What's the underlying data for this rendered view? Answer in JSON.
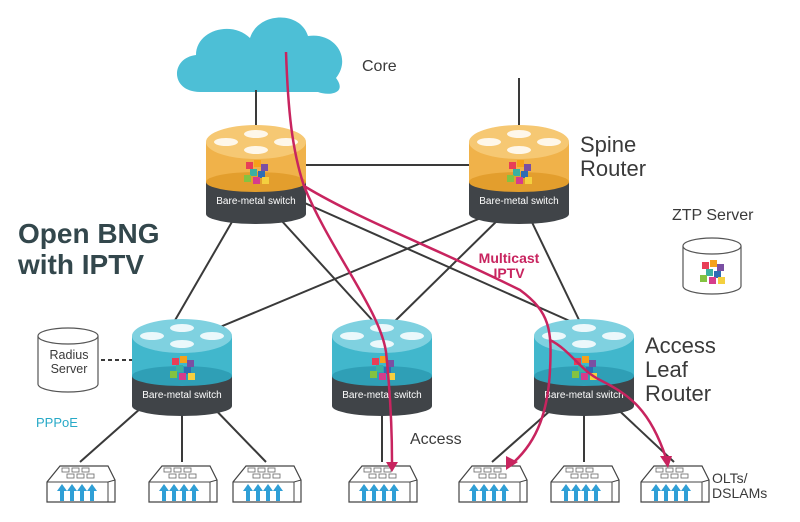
{
  "diagram": {
    "title": "Open BNG\nwith IPTV",
    "labels": {
      "core": "Core",
      "spine_router": "Spine\nRouter",
      "access_leaf_router": "Access\nLeaf\nRouter",
      "ztp_server": "ZTP Server",
      "radius_server": "Radius\nServer",
      "pppoe": "PPPoE",
      "access": "Access",
      "olts_dslams": "OLTs/\nDSLAMs",
      "multicast_iptv": "Multicast\nIPTV"
    },
    "switch_label": "Bare-metal switch",
    "colors": {
      "spine": "#f0b24a",
      "leaf": "#41b7cc",
      "cloud": "#4dbfd6",
      "iptv_path": "#c8245f",
      "title": "#33474c",
      "pppoe": "#27a9c7",
      "arrow": "#2f9fd6"
    },
    "icons": [
      "cloud-icon",
      "switch-icon",
      "server-icon",
      "olt-icon",
      "logo-icon"
    ]
  }
}
